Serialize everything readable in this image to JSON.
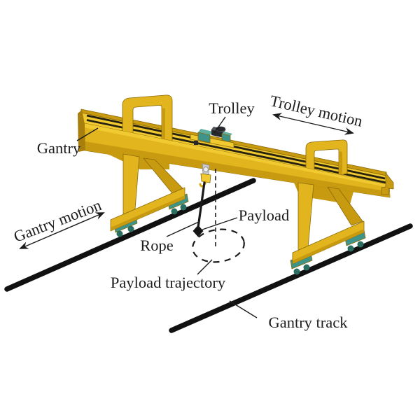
{
  "figure": {
    "type": "gantry-crane-schematic",
    "labels": {
      "gantry": "Gantry",
      "trolley": "Trolley",
      "trolley_motion": "Trolley motion",
      "gantry_motion": "Gantry motion",
      "payload": "Payload",
      "rope": "Rope",
      "payload_trajectory": "Payload trajectory",
      "gantry_track": "Gantry track"
    },
    "colors": {
      "background": "#ffffff",
      "crane_yellow_bright": "#f0ca30",
      "crane_yellow_mid": "#e2b51e",
      "crane_yellow_dark": "#c89a10",
      "crane_yellow_deep": "#a87f0c",
      "crane_outline": "#8a6a08",
      "rail_dark": "#26210f",
      "track_black": "#111111",
      "teal": "#3e9488",
      "teal_light": "#5fb0a0",
      "teal_dark": "#2a6e62",
      "machinery_gray": "#4f5358",
      "machinery_dark": "#26282b",
      "label_black": "#1c1c1c",
      "rope_black": "#1a1a1a"
    }
  }
}
